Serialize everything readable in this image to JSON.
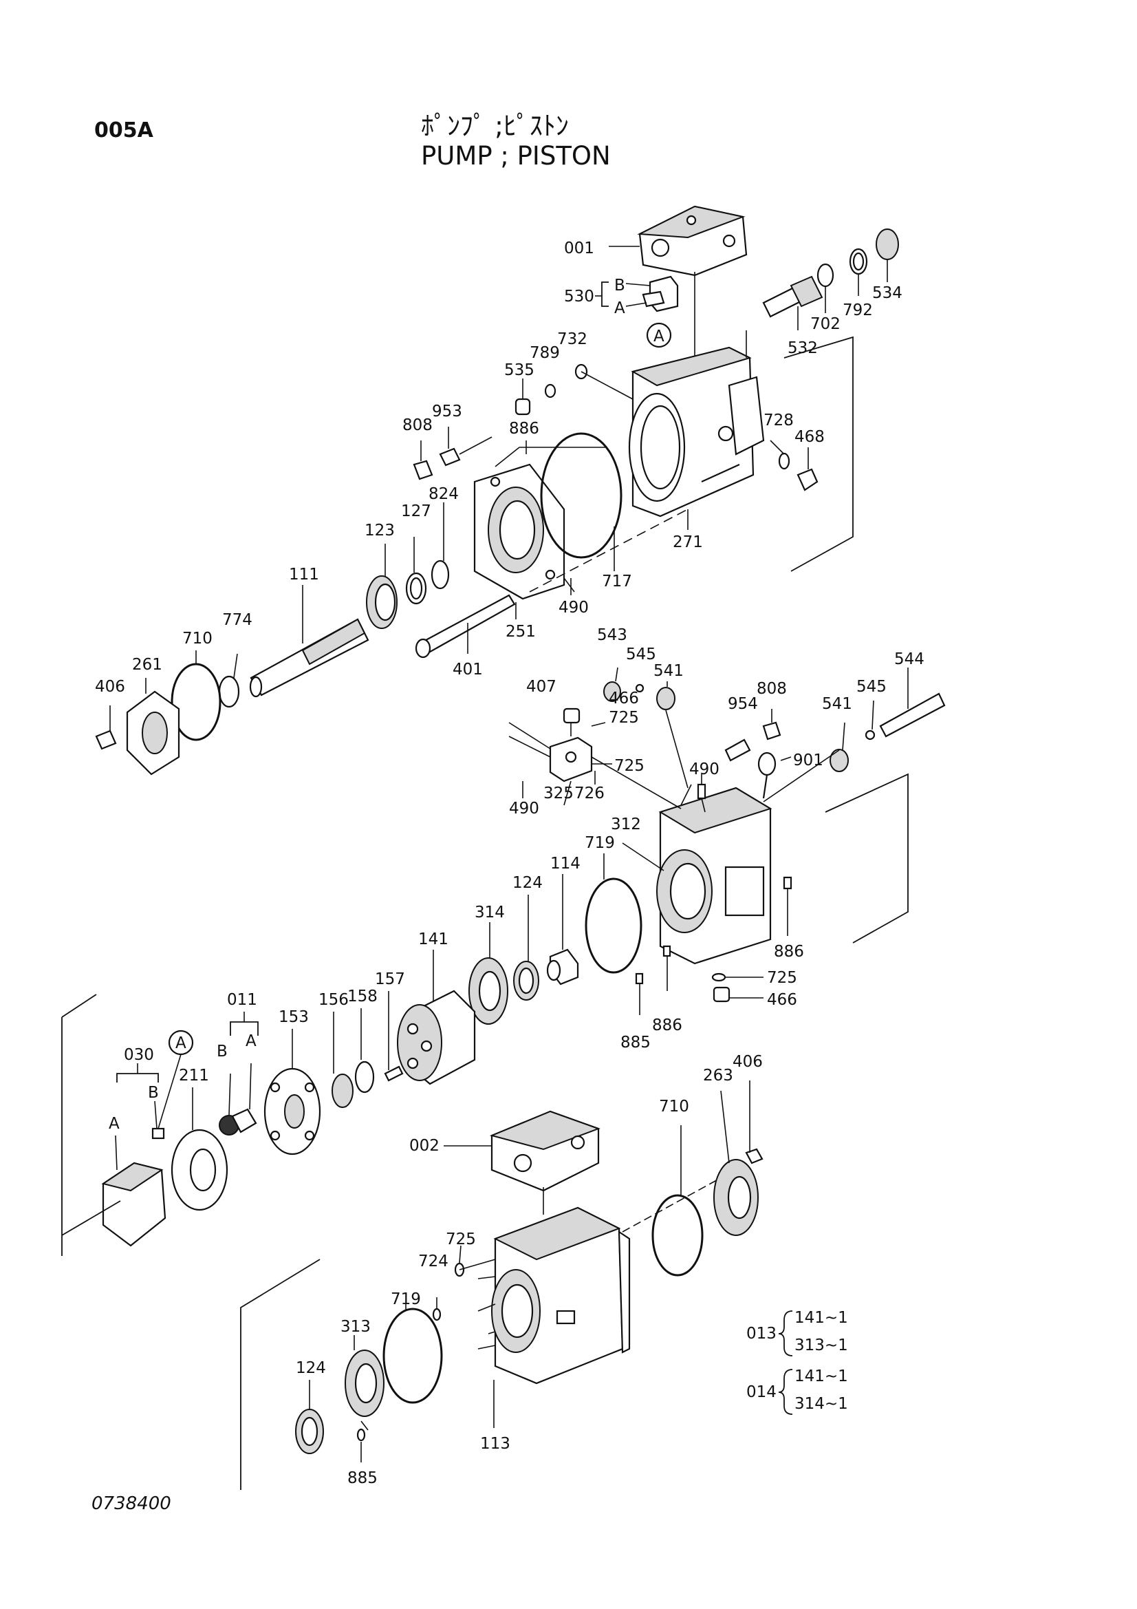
{
  "header": {
    "page_code": "005A",
    "title_jp": "ﾎﾟﾝﾌﾟ ;ﾋﾟｽﾄﾝ",
    "title_en": "PUMP ; PISTON"
  },
  "footer": {
    "drawing_number": "0738400"
  },
  "callouts": {
    "p001": "001",
    "p530": "530",
    "p530B": "B",
    "p530A": "A",
    "p532": "532",
    "p702": "702",
    "p792": "792",
    "p534": "534",
    "refA1": "A",
    "p732": "732",
    "p789": "789",
    "p535": "535",
    "p808a": "808",
    "p953": "953",
    "p886a": "886",
    "p728": "728",
    "p468": "468",
    "p127": "127",
    "p824": "824",
    "p123": "123",
    "p111": "111",
    "p271": "271",
    "p717": "717",
    "p490a": "490",
    "p251": "251",
    "p401": "401",
    "p774": "774",
    "p710a": "710",
    "p261": "261",
    "p406a": "406",
    "p543": "543",
    "p545a": "545",
    "p541a": "541",
    "p407": "407",
    "p466a": "466",
    "p725a": "725",
    "p725b": "725",
    "p954": "954",
    "p808b": "808",
    "p545b": "545",
    "p544": "544",
    "p541b": "541",
    "p901": "901",
    "p490b": "490",
    "p490c": "490",
    "p325": "325",
    "p726": "726",
    "p312": "312",
    "p719a": "719",
    "p114": "114",
    "p124a": "124",
    "p314": "314",
    "p141": "141",
    "p157": "157",
    "p158": "158",
    "p156": "156",
    "p153": "153",
    "p011": "011",
    "p011B": "B",
    "p011A": "A",
    "refA2": "A",
    "p030": "030",
    "p030B": "B",
    "p030A": "A",
    "p211": "211",
    "p886b": "886",
    "p886c": "886",
    "p725c": "725",
    "p466b": "466",
    "p885a": "885",
    "p406b": "406",
    "p263": "263",
    "p710b": "710",
    "p002": "002",
    "p725d": "725",
    "p724": "724",
    "p719b": "719",
    "p313": "313",
    "p124b": "124",
    "p885b": "885",
    "p113": "113"
  },
  "kits": [
    {
      "code": "013",
      "lines": [
        "141~1",
        "313~1"
      ]
    },
    {
      "code": "014",
      "lines": [
        "141~1",
        "314~1"
      ]
    }
  ]
}
